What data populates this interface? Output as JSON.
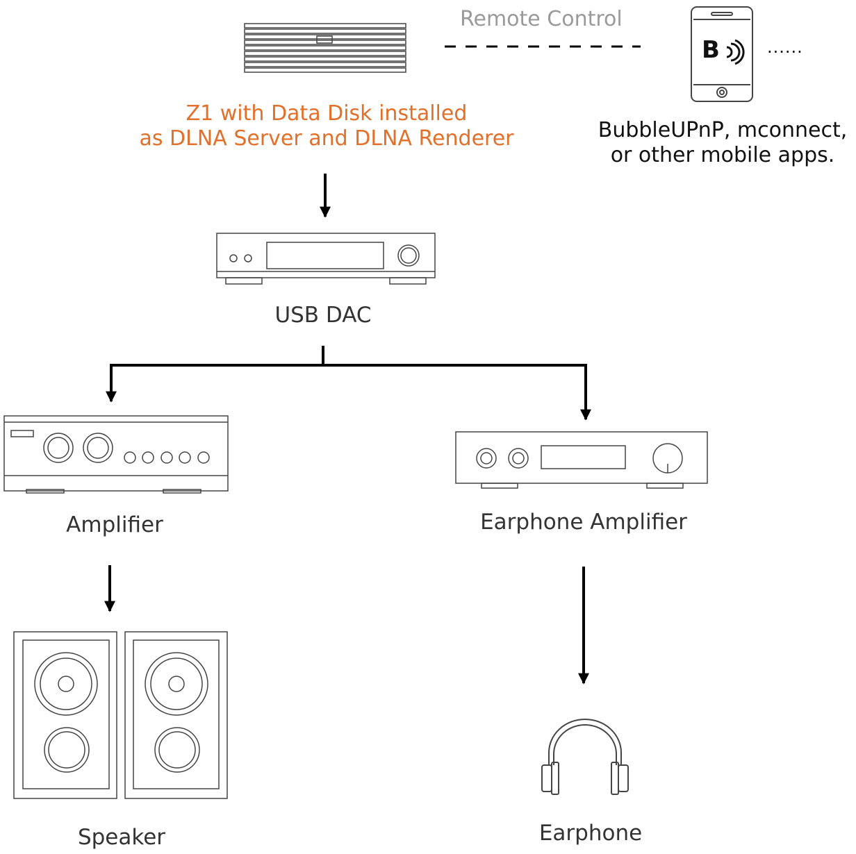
{
  "labels": {
    "remote_control": "Remote Control",
    "z1_line1": "Z1 with Data Disk installed",
    "z1_line2": "as DLNA Server and DLNA Renderer",
    "apps_line1": "BubbleUPnP, mconnect,",
    "apps_line2": "or other mobile apps.",
    "usb_dac": "USB DAC",
    "amplifier": "Amplifier",
    "earphone_amplifier": "Earphone Amplifier",
    "speaker": "Speaker",
    "earphone": "Earphone",
    "ellipsis": "......",
    "app_icon_glyph": "B"
  },
  "colors": {
    "highlight": "#e2702a",
    "line": "#000000",
    "muted": "#9a9a9a",
    "device_stroke": "#444444"
  },
  "icons": {
    "server": "z1-server-icon",
    "phone": "smartphone-icon",
    "dac": "usb-dac-icon",
    "amplifier": "amplifier-icon",
    "earphone_amplifier": "earphone-amplifier-icon",
    "speakers": "speaker-icon",
    "headphones": "headphones-icon"
  }
}
